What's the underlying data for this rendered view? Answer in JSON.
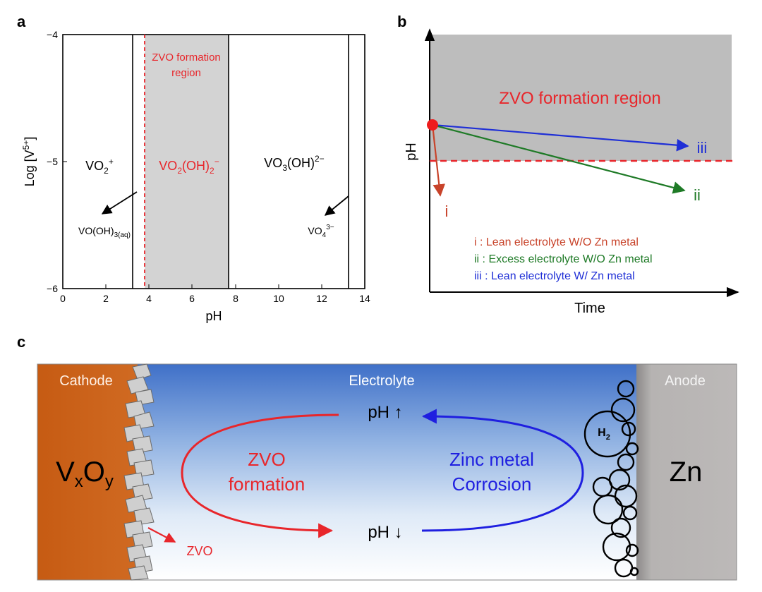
{
  "panels": {
    "a": "a",
    "b": "b",
    "c": "c"
  },
  "panel_a": {
    "x_label": "pH",
    "y_label": "Log [V",
    "y_label_sup": "5+",
    "y_label_end": "]",
    "x_ticks": [
      "0",
      "2",
      "4",
      "6",
      "8",
      "10",
      "12",
      "14"
    ],
    "y_ticks": [
      "−4",
      "−5",
      "−6"
    ],
    "region_label_1": "ZVO formation",
    "region_label_2": "region",
    "species_vo2": "VO",
    "species_vo2_sub": "2",
    "species_vo2_sup": "+",
    "species_vo2oh2": "VO",
    "species_vo2oh2_sub1": "2",
    "species_vo2oh2_mid": "(OH)",
    "species_vo2oh2_sub2": "2",
    "species_vo2oh2_sup": "−",
    "species_vo3oh": "VO",
    "species_vo3oh_sub": "3",
    "species_vo3oh_mid": "(OH)",
    "species_vo3oh_sup": "2−",
    "species_voh3": "VO(OH)",
    "species_voh3_sub": "3(aq)",
    "species_vo4": "VO",
    "species_vo4_sub": "4",
    "species_vo4_sup": "3−",
    "colors": {
      "region_fill": "#d3d3d3",
      "red": "#e8262b"
    }
  },
  "panel_b": {
    "x_label": "Time",
    "y_label": "pH",
    "region_label": "ZVO formation region",
    "curve_labels": [
      "i",
      "ii",
      "iii"
    ],
    "legend": [
      "i : Lean electrolyte W/O Zn metal",
      "ii : Excess electrolyte W/O Zn metal",
      "iii : Lean electrolyte W/ Zn metal"
    ],
    "colors": {
      "i": "#c8432a",
      "ii": "#1e7a26",
      "iii": "#1f2fd6",
      "region": "#bdbdbd",
      "threshold": "#e8262b"
    }
  },
  "panel_c": {
    "cathode_label": "Cathode",
    "electrolyte_label": "Electrolyte",
    "anode_label": "Anode",
    "cathode_material": "V",
    "cathode_sub_x": "x",
    "cathode_o": "O",
    "cathode_sub_y": "y",
    "anode_material": "Zn",
    "ph_up": "pH ↑",
    "ph_down": "pH ↓",
    "zvo_formation_1": "ZVO",
    "zvo_formation_2": "formation",
    "zinc_corrosion_1": "Zinc metal",
    "zinc_corrosion_2": "Corrosion",
    "zvo_label": "ZVO",
    "h2_label": "H",
    "h2_sub": "2",
    "colors": {
      "cathode": "#c65b13",
      "anode": "#b4b1b0",
      "red": "#e8262b",
      "blue": "#1f1fe0"
    }
  }
}
